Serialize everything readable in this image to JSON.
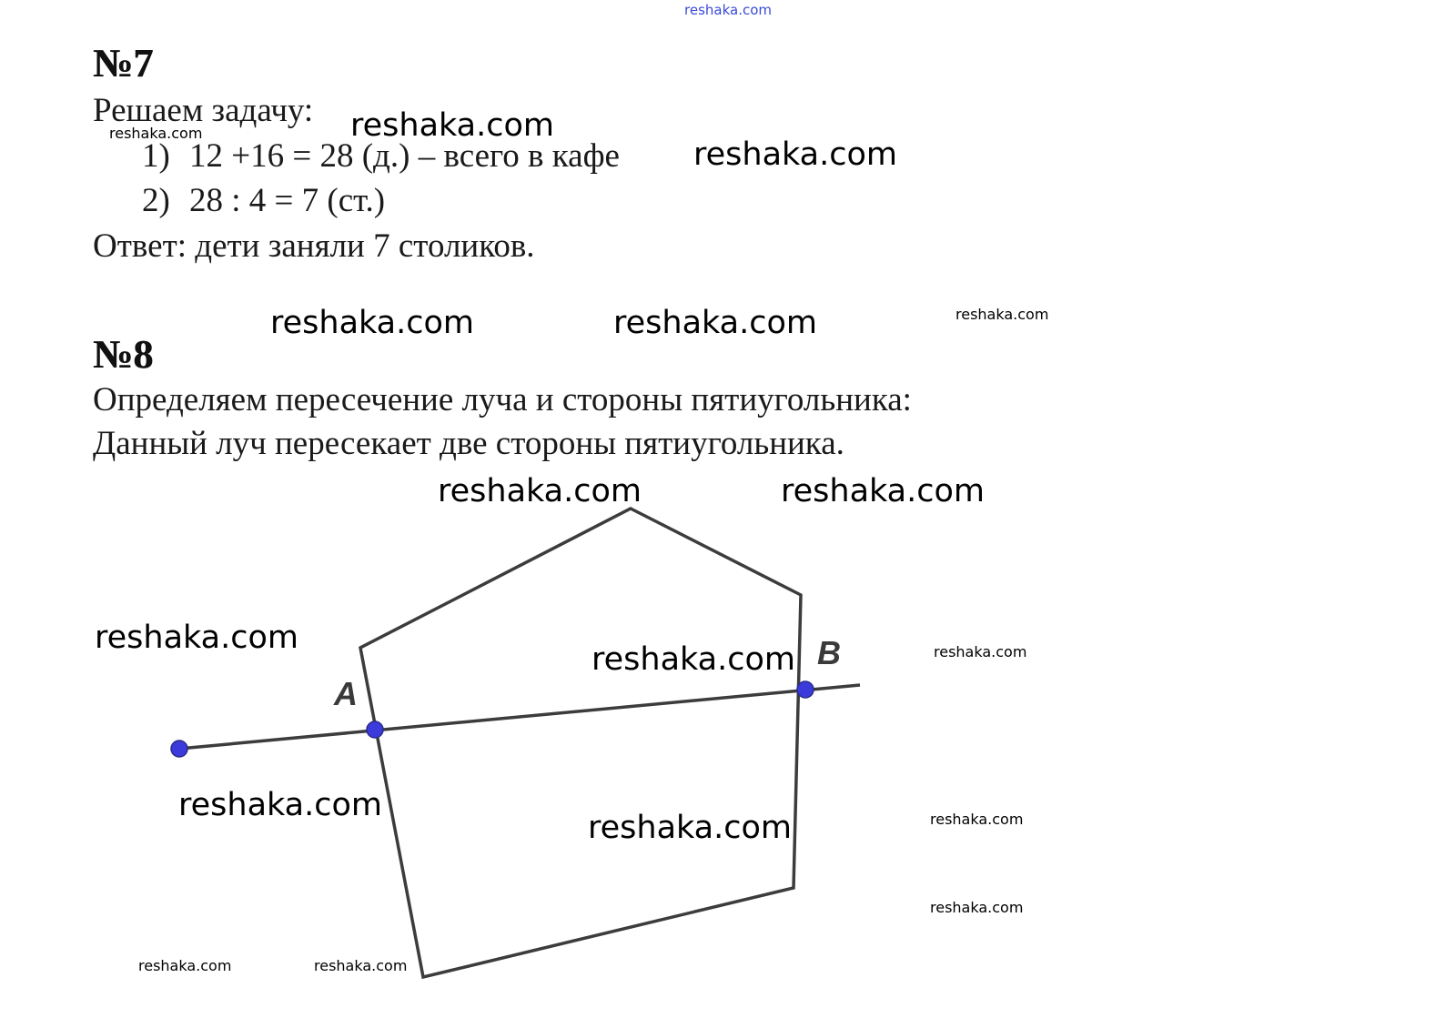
{
  "top_watermark": "reshaka.com",
  "task7": {
    "number": "№7",
    "intro": "Решаем задачу:",
    "steps": [
      {
        "num": "1)",
        "text": "12 +16 = 28 (д.) – всего в кафе"
      },
      {
        "num": "2)",
        "text": "28 : 4 = 7 (ст.)"
      }
    ],
    "answer": "Ответ: дети заняли 7 столиков."
  },
  "task8": {
    "number": "№8",
    "line1": "Определяем пересечение луча и стороны пятиугольника:",
    "line2": "Данный луч пересекает две стороны пятиугольника."
  },
  "figure": {
    "label_a": "A",
    "label_b": "B",
    "point_color": "#3b3bdb",
    "line_color": "#3c3c3c"
  },
  "watermarks": [
    "reshaka.com",
    "reshaka.com",
    "reshaka.com",
    "reshaka.com",
    "reshaka.com",
    "reshaka.com",
    "reshaka.com",
    "reshaka.com",
    "reshaka.com",
    "reshaka.com",
    "reshaka.com",
    "reshaka.com",
    "reshaka.com",
    "reshaka.com",
    "reshaka.com",
    "reshaka.com",
    "reshaka.com"
  ]
}
